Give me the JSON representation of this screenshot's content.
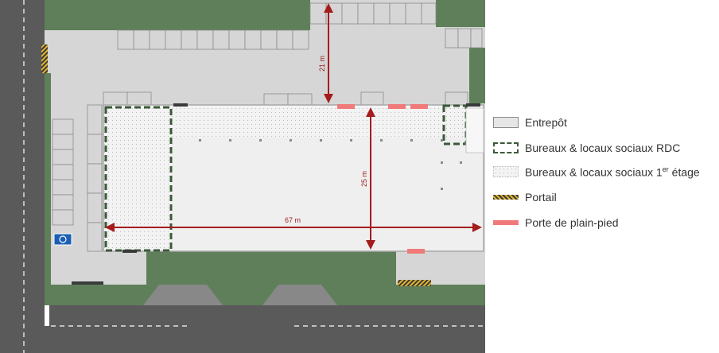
{
  "dimensions": {
    "north_depth": "21 m",
    "building_depth": "25 m",
    "building_length": "67 m"
  },
  "legend": {
    "warehouse": "Entrepôt",
    "offices_ground": "Bureaux & locaux sociaux RDC",
    "offices_first_prefix": "Bureaux & locaux sociaux 1",
    "offices_first_sup": "er",
    "offices_first_suffix": " étage",
    "gate": "Portail",
    "dock_door": "Porte de plain-pied"
  },
  "colors": {
    "green": "#5e7f5a",
    "road": "#5a5a5a",
    "yard": "#d6d6d6",
    "warehouse_fill": "#efefef",
    "office_border": "#3b5a38",
    "dimension": "#a51c1c",
    "dock_door": "#f07a7a",
    "gate": "#c7a020"
  },
  "icons": {
    "parking_badge": "accessible-parking-icon"
  }
}
